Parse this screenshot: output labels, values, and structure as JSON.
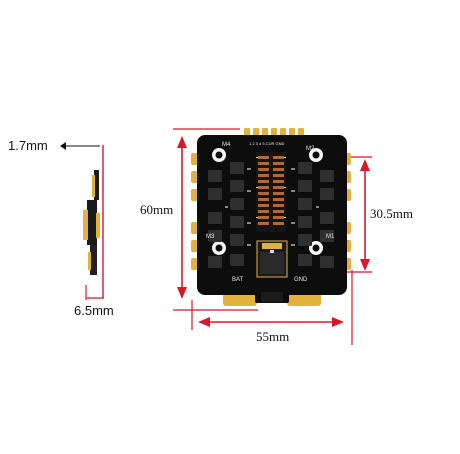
{
  "dimensions": {
    "thickness_top": "1.7mm",
    "thickness_total": "6.5mm",
    "height": "60mm",
    "width": "55mm",
    "mount_spacing": "30.5mm"
  },
  "board": {
    "pad_bat": "BAT",
    "pad_gnd": "GND",
    "motor_1": "M1",
    "motor_2": "M2",
    "motor_3": "M3",
    "motor_4": "M4",
    "header_pins": "1 2 3 4 5 CUR GND"
  },
  "colors": {
    "dimension_line": "#d8182a",
    "pcb": "#0d0d0d",
    "gold": "#e3b23c",
    "copper": "#b06a3a",
    "component": "#2f2f2f",
    "silkscreen": "#e8e8e8"
  }
}
